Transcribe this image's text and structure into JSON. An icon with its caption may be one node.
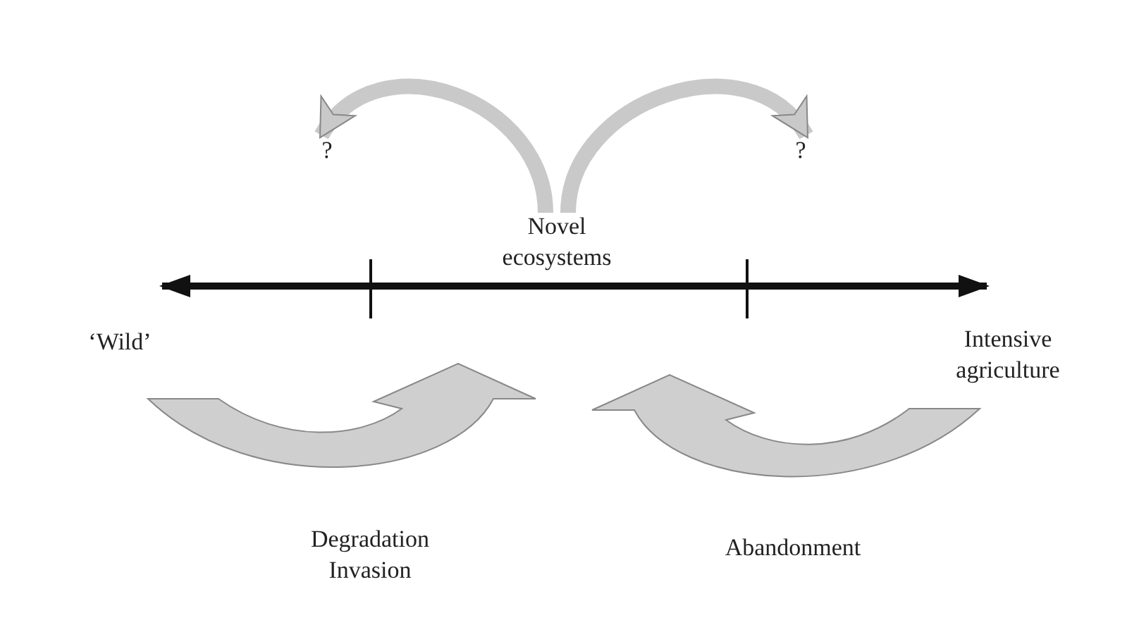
{
  "diagram": {
    "nodes": [
      {
        "text": [
          "?"
        ]
      },
      {
        "text": [
          "?"
        ]
      },
      {
        "text": [
          "Novel ecosystems"
        ]
      }
    ],
    "edges": [
      {
        "from": 2,
        "to": 0,
        "arrow": "to"
      },
      {
        "from": 2,
        "to": 1,
        "arrow": "to"
      }
    ],
    "labels": [
      "‘Wild’",
      "Intensive agriculture",
      "Degradation Invasion",
      "Abandonment"
    ]
  }
}
